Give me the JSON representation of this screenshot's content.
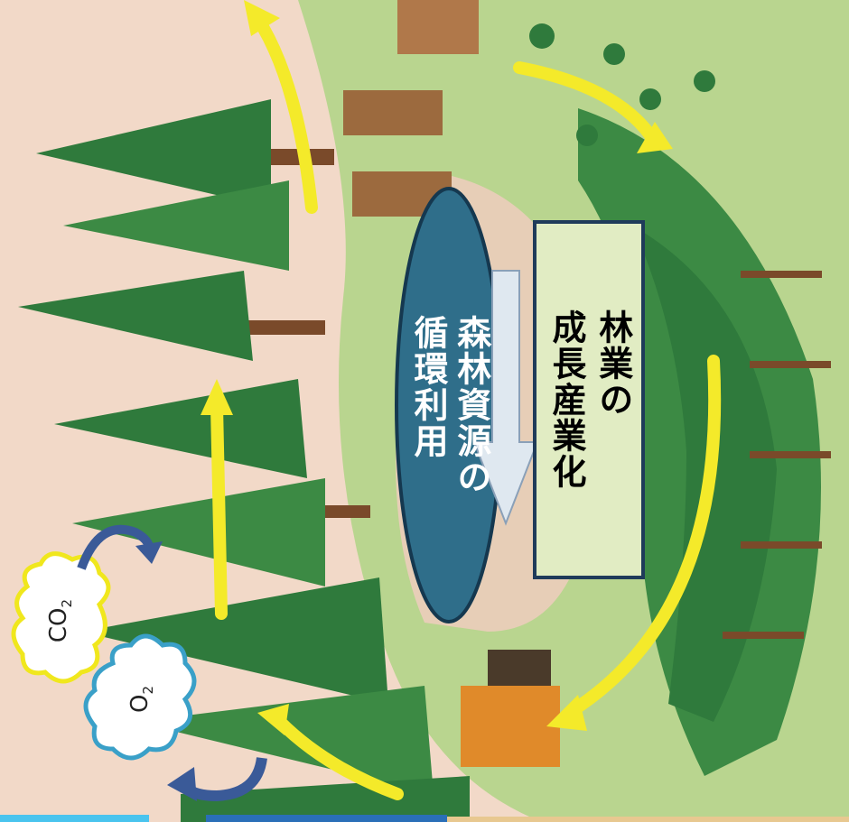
{
  "diagram": {
    "cycle_label": "森林資源の\n循環利用",
    "cycle_label_line1": "森林資源の",
    "cycle_label_line2": "循環利用",
    "result_label_line1": "林業の",
    "result_label_line2": "成長産業化",
    "co2_label": "CO",
    "co2_sub": "2",
    "o2_label": "O",
    "o2_sub": "2"
  },
  "colors": {
    "background": "#f2d9c8",
    "meadow": "#b9d58f",
    "forest_dark": "#2f7a3c",
    "forest_light": "#4c9a4a",
    "trunk": "#7a4a2a",
    "arrow_yellow": "#f4ea2a",
    "oval_fill": "#2f6e8a",
    "oval_stroke": "#15384f",
    "box_fill": "#e1ecc3",
    "box_stroke": "#1f3b5a",
    "big_arrow": "#dfe8f0",
    "co2_stroke": "#f0e71d",
    "o2_stroke": "#3aa0c8",
    "swirl_arrow": "#3a5a98"
  }
}
